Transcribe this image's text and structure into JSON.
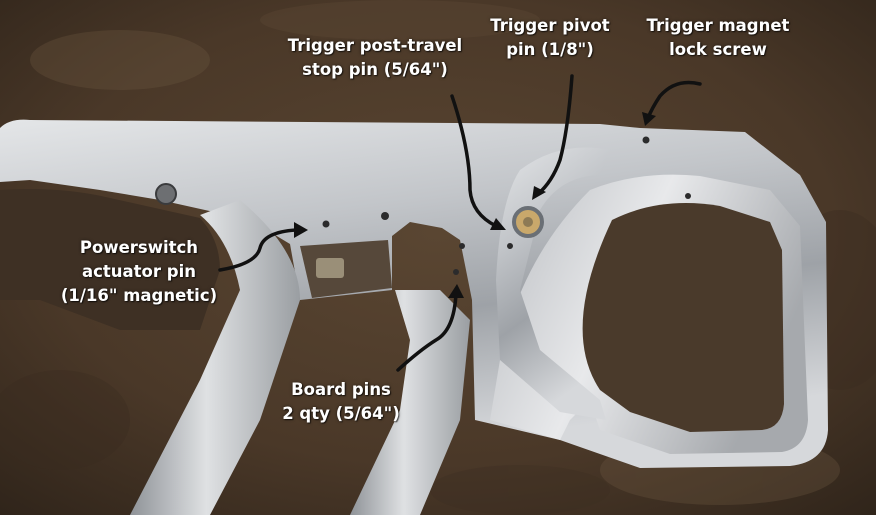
{
  "photo": {
    "subject": "trigger-frame",
    "background_color": "#4a3a2c",
    "metal_color": "#c9ccd0"
  },
  "labels": {
    "stop_pin": {
      "line1": "Trigger post-travel",
      "line2": "stop pin (5/64\")"
    },
    "pivot_pin": {
      "line1": "Trigger pivot",
      "line2": "pin (1/8\")"
    },
    "magnet_screw": {
      "line1": "Trigger magnet",
      "line2": "lock screw"
    },
    "powerswitch_pin": {
      "line1": "Powerswitch",
      "line2": "actuator pin",
      "line3": "(1/16\" magnetic)"
    },
    "board_pins": {
      "line1": "Board pins",
      "line2": "2 qty (5/64\")"
    }
  }
}
